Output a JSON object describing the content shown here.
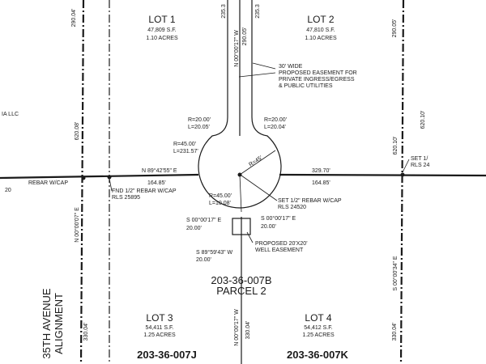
{
  "lots": {
    "lot1": {
      "name": "LOT 1",
      "area_sf": "47,809 S.F.",
      "area_ac": "1.10 ACRES"
    },
    "lot2": {
      "name": "LOT 2",
      "area_sf": "47,810 S.F.",
      "area_ac": "1.10 ACRES"
    },
    "lot3": {
      "name": "LOT 3",
      "area_sf": "54,411 S.F.",
      "area_ac": "1.25 ACRES"
    },
    "lot4": {
      "name": "LOT 4",
      "area_sf": "54,412 S.F.",
      "area_ac": "1.25 ACRES"
    }
  },
  "parcel": {
    "apn": "203-36-007B",
    "name": "PARCEL 2"
  },
  "apns": {
    "left": "203-36-007J",
    "right": "203-36-007K"
  },
  "street": {
    "line1": "35TH AVENUE",
    "line2": "ALIGNMENT"
  },
  "owner_fragment": "IA LLC",
  "easement_note": {
    "line1": "30' WIDE",
    "line2": "PROPOSED EASEMENT FOR",
    "line3": "PRIVATE INGRESS/EGRESS",
    "line4": "& PUBLIC UTILITIES"
  },
  "curves": {
    "left_r": "R=20.00'",
    "left_l": "L=20.05'",
    "right_r": "R=20.00'",
    "right_l": "L=20.04'",
    "big_r": "R=45.00'",
    "big_l": "L=231.57'",
    "radius_45": "R=45'",
    "lower_r": "R=45.00'",
    "lower_l": "L=10.08'"
  },
  "bearings": {
    "top_center_a": "N 00°00'17\" W",
    "top_center_b": "290.05'",
    "top_center_c": "235.3",
    "top_center_d": "235.3",
    "west_top": "290.04'",
    "east_top": "290.05'",
    "west_mid": "620.08'",
    "east_mid_a": "620.10'",
    "east_mid_b": "620.10'",
    "centerline_left": "N 89°42'55\" E",
    "centerline_left_dist": "164.85'",
    "centerline_right_total": "329.70'",
    "centerline_right_dist": "164.85'",
    "west_line": "N 00°00'07\" E",
    "east_line": "S 00°00'34\" E",
    "well_e": "S 00°00'17\" E",
    "well_e_dist": "20.00'",
    "well_w": "S 00°00'17\" E",
    "well_w_dist": "20.00'",
    "well_s": "S 89°59'43\" W",
    "well_s_dist": "20.00'",
    "bottom_center": "N 00°00'17\" W",
    "bottom_center_dist": "330.04'",
    "bottom_left": "330.04'",
    "bottom_right": "330.04'"
  },
  "monuments": {
    "rebar_w": "REBAR W/CAP",
    "rebar_w_num": "20",
    "fnd": "FND 1/2\" REBAR W/CAP",
    "fnd_rls": "RLS 25895",
    "set_center": "SET 1/2\" REBAR W/CAP",
    "set_center_rls": "RLS 24520",
    "set_east": "SET 1/",
    "set_east_rls": "RLS 24"
  },
  "well_note": {
    "line1": "PROPOSED 20'X20'",
    "line2": "WELL EASEMENT"
  }
}
